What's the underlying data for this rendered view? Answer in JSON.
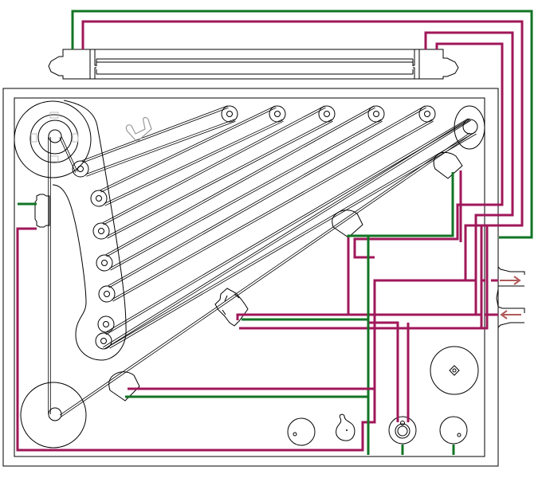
{
  "diagram": {
    "title": "",
    "colors": {
      "outline": "#000000",
      "wire_magenta": "#a0175a",
      "wire_green": "#127525",
      "arrow": "#b05a5a",
      "clip": "#999999"
    },
    "components": [
      {
        "name": "top-rail-assembly",
        "kind": "rail"
      },
      {
        "name": "supply-reel",
        "kind": "reel"
      },
      {
        "name": "takeup-reel",
        "kind": "reel"
      },
      {
        "name": "capstan-roller",
        "kind": "roller"
      },
      {
        "name": "tape-head-upper",
        "kind": "head"
      },
      {
        "name": "tape-head-middle",
        "kind": "head"
      },
      {
        "name": "tape-head-lower",
        "kind": "head"
      },
      {
        "name": "tape-guide-block",
        "kind": "guide"
      },
      {
        "name": "left-sensor",
        "kind": "sensor"
      },
      {
        "name": "knob-a",
        "kind": "knob"
      },
      {
        "name": "knob-b",
        "kind": "knob"
      },
      {
        "name": "jack-socket",
        "kind": "jack"
      },
      {
        "name": "knob-c",
        "kind": "knob"
      },
      {
        "name": "large-dial",
        "kind": "dial"
      }
    ],
    "connectors": [
      {
        "name": "output-arrow",
        "direction": "right"
      },
      {
        "name": "input-arrow",
        "direction": "left"
      }
    ]
  }
}
